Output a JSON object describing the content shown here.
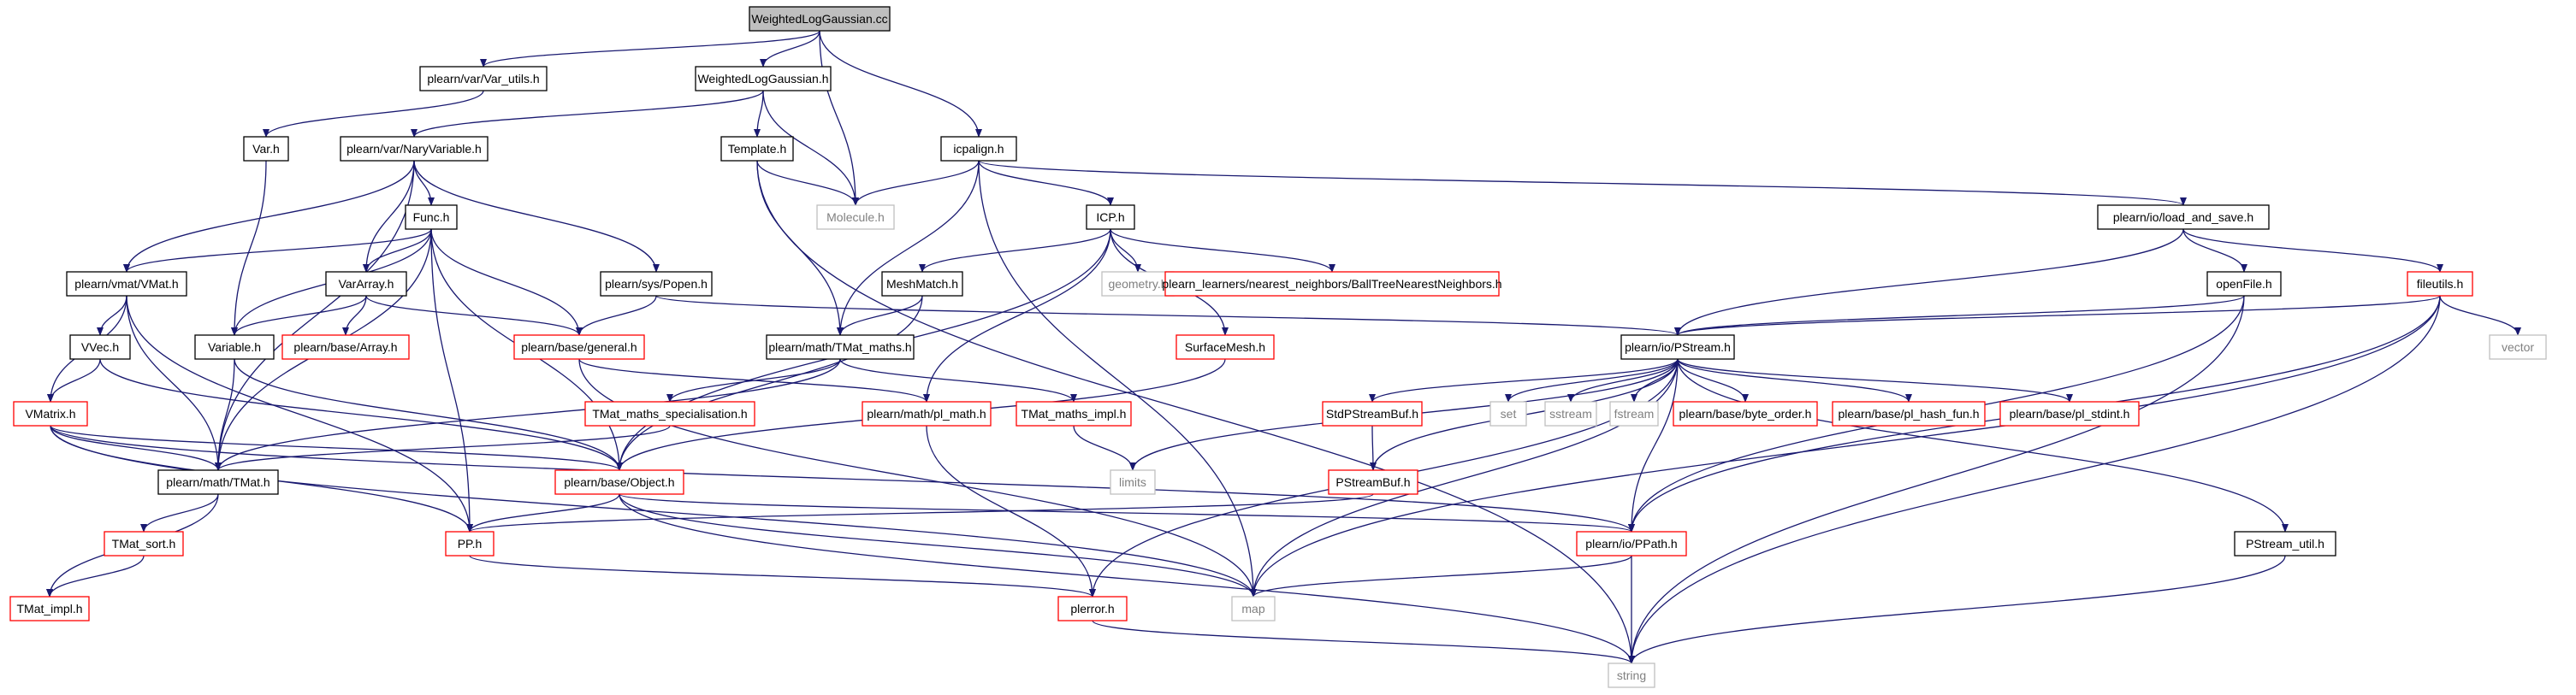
{
  "colors": {
    "edge": "#191970",
    "root_fill": "#bfbfbf",
    "root_border": "#000000",
    "normal_border": "#000000",
    "red_border": "#ff0000",
    "gray_border": "#bfbfbf",
    "gray_text": "#808080"
  },
  "nodes": {
    "root": {
      "label": "WeightedLogGaussian.cc",
      "style": "root"
    },
    "var_utils": {
      "label": "plearn/var/Var_utils.h",
      "style": "normal"
    },
    "wlg_h": {
      "label": "WeightedLogGaussian.h",
      "style": "normal"
    },
    "icpalign": {
      "label": "icpalign.h",
      "style": "normal"
    },
    "var_h": {
      "label": "Var.h",
      "style": "normal"
    },
    "naryvar": {
      "label": "plearn/var/NaryVariable.h",
      "style": "normal"
    },
    "template": {
      "label": "Template.h",
      "style": "normal"
    },
    "func": {
      "label": "Func.h",
      "style": "normal"
    },
    "molecule": {
      "label": "Molecule.h",
      "style": "gray"
    },
    "icp": {
      "label": "ICP.h",
      "style": "normal"
    },
    "loadsave": {
      "label": "plearn/io/load_and_save.h",
      "style": "normal"
    },
    "vmat": {
      "label": "plearn/vmat/VMat.h",
      "style": "normal"
    },
    "vararray": {
      "label": "VarArray.h",
      "style": "normal"
    },
    "popen": {
      "label": "plearn/sys/Popen.h",
      "style": "normal"
    },
    "meshmatch": {
      "label": "MeshMatch.h",
      "style": "normal"
    },
    "geometry": {
      "label": "geometry.h",
      "style": "gray"
    },
    "balltree": {
      "label": "plearn_learners/nearest_neighbors/BallTreeNearestNeighbors.h",
      "style": "red"
    },
    "openfile": {
      "label": "openFile.h",
      "style": "normal"
    },
    "fileutils": {
      "label": "fileutils.h",
      "style": "red"
    },
    "vvec": {
      "label": "VVec.h",
      "style": "normal"
    },
    "variable": {
      "label": "Variable.h",
      "style": "normal"
    },
    "array": {
      "label": "plearn/base/Array.h",
      "style": "red"
    },
    "general": {
      "label": "plearn/base/general.h",
      "style": "red"
    },
    "tmatmaths": {
      "label": "plearn/math/TMat_maths.h",
      "style": "normal"
    },
    "surfacemesh": {
      "label": "SurfaceMesh.h",
      "style": "red"
    },
    "pstream": {
      "label": "plearn/io/PStream.h",
      "style": "normal"
    },
    "vector": {
      "label": "vector",
      "style": "gray"
    },
    "vmatrix": {
      "label": "VMatrix.h",
      "style": "red"
    },
    "tmatspec": {
      "label": "TMat_maths_specialisation.h",
      "style": "red"
    },
    "plmath": {
      "label": "plearn/math/pl_math.h",
      "style": "red"
    },
    "tmatimpl_maths": {
      "label": "TMat_maths_impl.h",
      "style": "red"
    },
    "stdpstreambuf": {
      "label": "StdPStreamBuf.h",
      "style": "red"
    },
    "set": {
      "label": "set",
      "style": "gray"
    },
    "sstream": {
      "label": "sstream",
      "style": "gray"
    },
    "fstream": {
      "label": "fstream",
      "style": "gray"
    },
    "byteorder": {
      "label": "plearn/base/byte_order.h",
      "style": "red"
    },
    "hashfun": {
      "label": "plearn/base/pl_hash_fun.h",
      "style": "red"
    },
    "stdint": {
      "label": "plearn/base/pl_stdint.h",
      "style": "red"
    },
    "tmat": {
      "label": "plearn/math/TMat.h",
      "style": "normal"
    },
    "object": {
      "label": "plearn/base/Object.h",
      "style": "red"
    },
    "limits": {
      "label": "limits",
      "style": "gray"
    },
    "pstreambuf": {
      "label": "PStreamBuf.h",
      "style": "red"
    },
    "tmatsort": {
      "label": "TMat_sort.h",
      "style": "red"
    },
    "pp": {
      "label": "PP.h",
      "style": "red"
    },
    "ppath": {
      "label": "plearn/io/PPath.h",
      "style": "red"
    },
    "pstreamutil": {
      "label": "PStream_util.h",
      "style": "normal"
    },
    "tmatimpl": {
      "label": "TMat_impl.h",
      "style": "red"
    },
    "plerror": {
      "label": "plerror.h",
      "style": "red"
    },
    "map": {
      "label": "map",
      "style": "gray"
    },
    "string": {
      "label": "string",
      "style": "gray"
    }
  },
  "edges": [
    [
      "root",
      "var_utils"
    ],
    [
      "root",
      "wlg_h"
    ],
    [
      "root",
      "icpalign"
    ],
    [
      "root",
      "molecule"
    ],
    [
      "var_utils",
      "var_h"
    ],
    [
      "wlg_h",
      "naryvar"
    ],
    [
      "wlg_h",
      "template"
    ],
    [
      "wlg_h",
      "molecule"
    ],
    [
      "icpalign",
      "molecule"
    ],
    [
      "icpalign",
      "icp"
    ],
    [
      "icpalign",
      "loadsave"
    ],
    [
      "icpalign",
      "tmatmaths"
    ],
    [
      "icpalign",
      "map"
    ],
    [
      "var_h",
      "variable"
    ],
    [
      "naryvar",
      "func"
    ],
    [
      "naryvar",
      "vmat"
    ],
    [
      "naryvar",
      "vararray"
    ],
    [
      "naryvar",
      "popen"
    ],
    [
      "naryvar",
      "tmat"
    ],
    [
      "template",
      "molecule"
    ],
    [
      "template",
      "tmatmaths"
    ],
    [
      "template",
      "string"
    ],
    [
      "func",
      "vmat"
    ],
    [
      "func",
      "vararray"
    ],
    [
      "func",
      "variable"
    ],
    [
      "func",
      "general"
    ],
    [
      "func",
      "tmat"
    ],
    [
      "func",
      "pp"
    ],
    [
      "func",
      "object"
    ],
    [
      "icp",
      "meshmatch"
    ],
    [
      "icp",
      "geometry"
    ],
    [
      "icp",
      "balltree"
    ],
    [
      "icp",
      "surfacemesh"
    ],
    [
      "icp",
      "plmath"
    ],
    [
      "icp",
      "object"
    ],
    [
      "loadsave",
      "openfile"
    ],
    [
      "loadsave",
      "fileutils"
    ],
    [
      "loadsave",
      "pstream"
    ],
    [
      "vmat",
      "vvec"
    ],
    [
      "vmat",
      "vmatrix"
    ],
    [
      "vmat",
      "tmat"
    ],
    [
      "vmat",
      "pp"
    ],
    [
      "vararray",
      "variable"
    ],
    [
      "vararray",
      "array"
    ],
    [
      "vararray",
      "general"
    ],
    [
      "popen",
      "general"
    ],
    [
      "popen",
      "pstream"
    ],
    [
      "meshmatch",
      "tmatmaths"
    ],
    [
      "meshmatch",
      "object"
    ],
    [
      "openfile",
      "pstream"
    ],
    [
      "openfile",
      "ppath"
    ],
    [
      "openfile",
      "string"
    ],
    [
      "fileutils",
      "pstream"
    ],
    [
      "fileutils",
      "vector"
    ],
    [
      "fileutils",
      "ppath"
    ],
    [
      "fileutils",
      "map"
    ],
    [
      "fileutils",
      "string"
    ],
    [
      "vvec",
      "vmatrix"
    ],
    [
      "vvec",
      "object"
    ],
    [
      "variable",
      "tmat"
    ],
    [
      "variable",
      "object"
    ],
    [
      "general",
      "plmath"
    ],
    [
      "general",
      "map"
    ],
    [
      "tmatmaths",
      "tmatspec"
    ],
    [
      "tmatmaths",
      "tmatimpl_maths"
    ],
    [
      "tmatmaths",
      "tmat"
    ],
    [
      "surfacemesh",
      "object"
    ],
    [
      "pstream",
      "stdpstreambuf"
    ],
    [
      "pstream",
      "set"
    ],
    [
      "pstream",
      "sstream"
    ],
    [
      "pstream",
      "fstream"
    ],
    [
      "pstream",
      "byteorder"
    ],
    [
      "pstream",
      "hashfun"
    ],
    [
      "pstream",
      "stdint"
    ],
    [
      "pstream",
      "pstreambuf"
    ],
    [
      "pstream",
      "limits"
    ],
    [
      "pstream",
      "plerror"
    ],
    [
      "pstream",
      "map"
    ],
    [
      "pstream",
      "ppath"
    ],
    [
      "pstream",
      "pstreamutil"
    ],
    [
      "vmatrix",
      "tmat"
    ],
    [
      "vmatrix",
      "object"
    ],
    [
      "vmatrix",
      "pp"
    ],
    [
      "vmatrix",
      "ppath"
    ],
    [
      "vmatrix",
      "map"
    ],
    [
      "tmatspec",
      "tmat"
    ],
    [
      "plmath",
      "plerror"
    ],
    [
      "tmatimpl_maths",
      "limits"
    ],
    [
      "stdpstreambuf",
      "pstreambuf"
    ],
    [
      "tmat",
      "tmatsort"
    ],
    [
      "tmat",
      "tmatimpl"
    ],
    [
      "object",
      "pp"
    ],
    [
      "object",
      "ppath"
    ],
    [
      "object",
      "map"
    ],
    [
      "object",
      "string"
    ],
    [
      "pstreambuf",
      "pp"
    ],
    [
      "tmatsort",
      "tmatimpl"
    ],
    [
      "pp",
      "plerror"
    ],
    [
      "ppath",
      "map"
    ],
    [
      "ppath",
      "string"
    ],
    [
      "pstreamutil",
      "string"
    ],
    [
      "plerror",
      "string"
    ]
  ]
}
